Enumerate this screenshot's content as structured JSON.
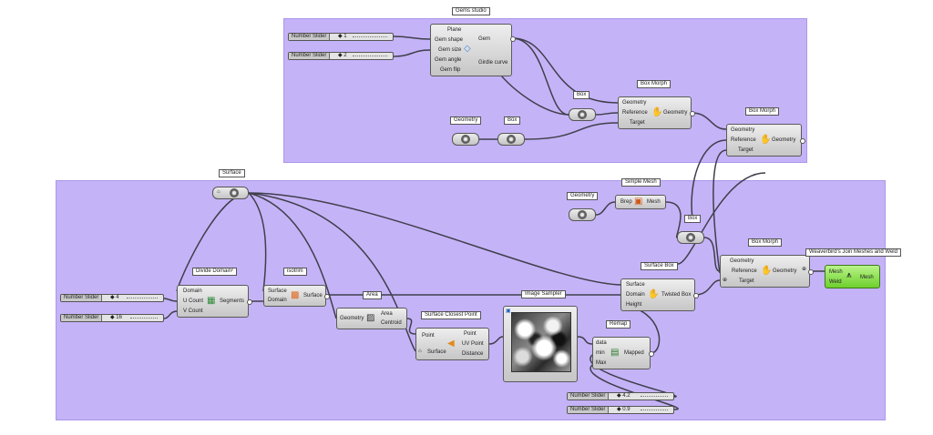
{
  "colors": {
    "group": "#c5b3f8",
    "wire": "#3f3f4a",
    "weld": "#7bd63a"
  },
  "icons": {
    "box_morph": "box-morph-icon",
    "divide_domain": "divide-domain-icon",
    "isotrim": "isotrim-icon",
    "area": "area-icon",
    "surface_closest_point": "closest-point-icon",
    "remap": "remap-icon",
    "twisted_box": "twisted-box-icon",
    "simple_mesh": "mesh-icon",
    "weld": "weld-icon",
    "gem": "gem-icon"
  },
  "sliders": [
    {
      "name": "Number Slider",
      "value": "◆ 1"
    },
    {
      "name": "Number Slider",
      "value": "◆ 2"
    },
    {
      "name": "Number Slider",
      "value": "◆ 4"
    },
    {
      "name": "Number Slider",
      "value": "◆ 16"
    },
    {
      "name": "Number Slider",
      "value": "◆ 4.2"
    },
    {
      "name": "Number Slider",
      "value": "◆ 0.9"
    }
  ],
  "gems_studio": {
    "tag": "Gems studio",
    "inputs": [
      "Plane",
      "Gem shape",
      "Gem size",
      "Gem angle",
      "Gem flip"
    ],
    "outputs": [
      "Gem",
      "Girdle curve"
    ]
  },
  "box_morph_1": {
    "tag": "Box Morph",
    "inputs": [
      "Geometry",
      "Reference",
      "Target"
    ],
    "output": "Geometry"
  },
  "box_morph_2": {
    "tag": "Box Morph",
    "inputs": [
      "Geometry",
      "Reference",
      "Target"
    ],
    "output": "Geometry"
  },
  "box_morph_3": {
    "tag": "Box Morph",
    "inputs": [
      "Geometry",
      "Reference",
      "Target"
    ],
    "output": "Geometry"
  },
  "params": {
    "box_1": "Box",
    "geometry_1": "Geometry",
    "box_2": "Box",
    "surface": "Surface",
    "geometry_2": "Geometry",
    "box_3": "Box"
  },
  "divide_domain": {
    "tag": "Divide Domain²",
    "inputs": [
      "Domain",
      "U Count",
      "V Count"
    ],
    "output": "Segments"
  },
  "isotrim": {
    "tag": "isotrim",
    "inputs": [
      "Surface",
      "Domain"
    ],
    "output": "Surface"
  },
  "area": {
    "tag": "Area",
    "input": "Geometry",
    "outputs": [
      "Area",
      "Centroid"
    ]
  },
  "surface_closest_point": {
    "tag": "Surface Closest Point",
    "inputs": [
      "Point",
      "Surface"
    ],
    "outputs": [
      "Point",
      "UV Point",
      "Distance"
    ]
  },
  "image_sampler": {
    "tag": "Image Sampler"
  },
  "remap": {
    "tag": "Remap",
    "inputs": [
      "data",
      "min",
      "Max"
    ],
    "output": "Mapped"
  },
  "surface_box": {
    "tag": "Surface Box",
    "inputs": [
      "Surface",
      "Domain",
      "Height"
    ],
    "output": "Twisted Box"
  },
  "simple_mesh": {
    "tag": "Simple Mesh",
    "input": "Brep",
    "output": "Mesh"
  },
  "weld": {
    "tag": "Weaverbird's Join Meshes and Weld",
    "inputs": [
      "Mesh",
      "Weld"
    ],
    "output": "Mesh"
  }
}
